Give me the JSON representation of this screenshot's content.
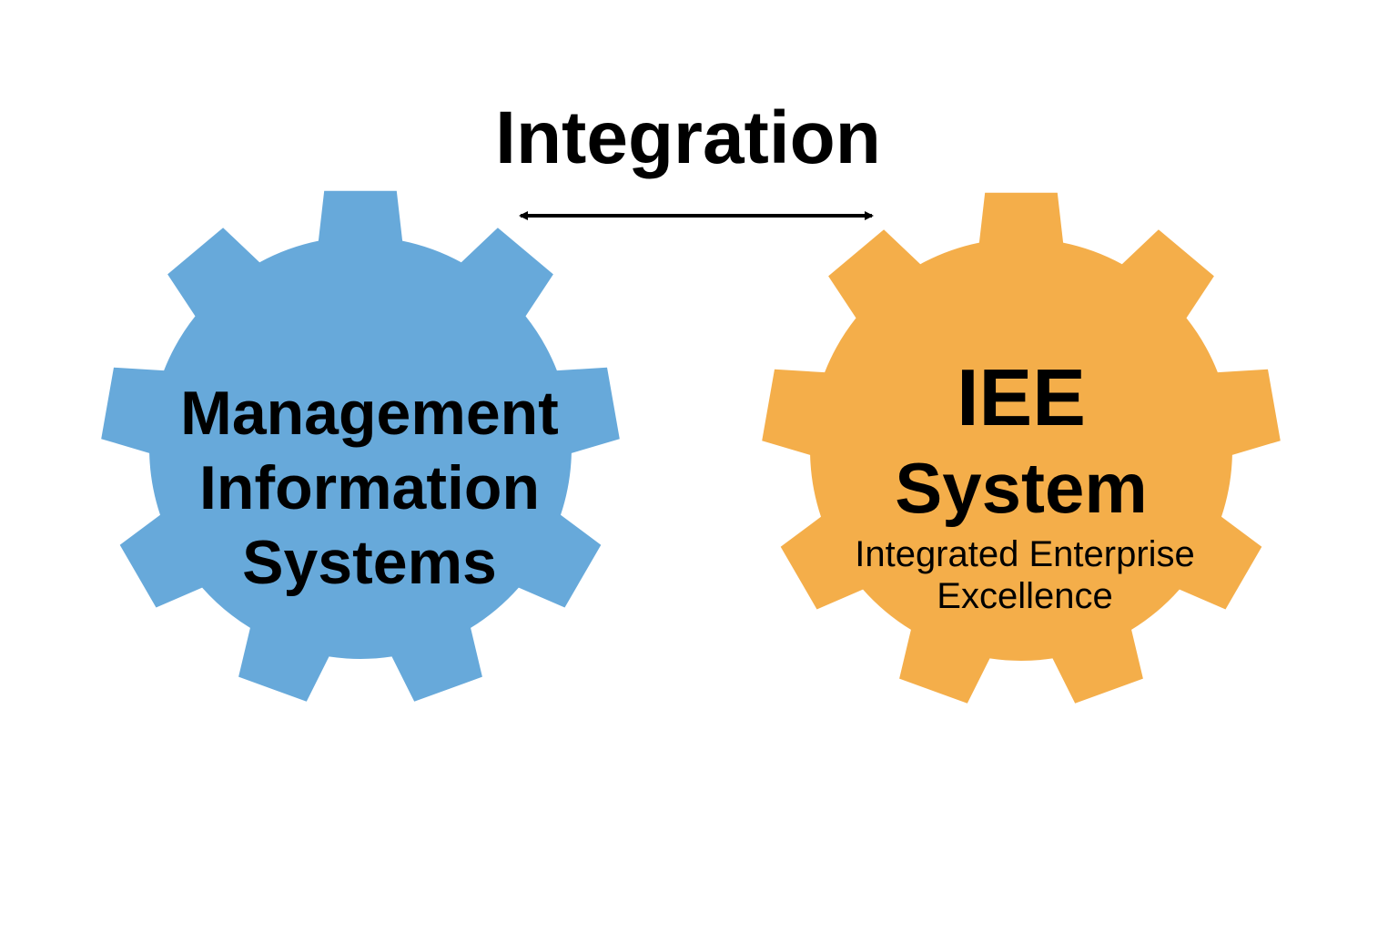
{
  "title": "Integration",
  "colors": {
    "left_gear": "#67A9DA",
    "right_gear": "#F4AE4A",
    "arrow": "#000000"
  },
  "left_gear": {
    "lines": [
      "Management",
      "Information",
      "Systems"
    ]
  },
  "right_gear": {
    "title_lines": [
      "IEE",
      "System"
    ],
    "subtitle_lines": [
      "Integrated Enterprise",
      "Excellence"
    ]
  },
  "arrow": {
    "type": "double-headed"
  }
}
